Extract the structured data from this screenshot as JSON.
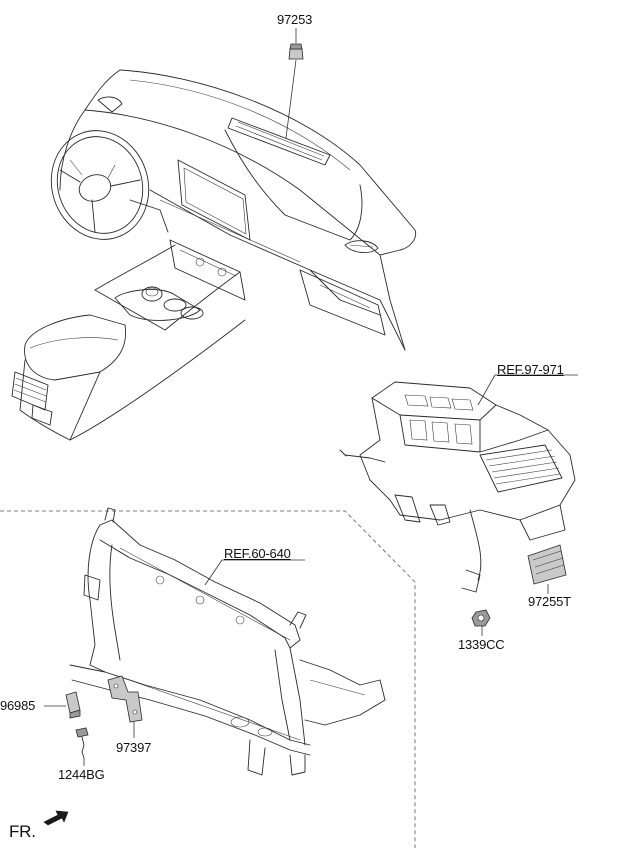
{
  "callouts": {
    "sensor_top": "97253",
    "ref_hvac": "REF.97-971",
    "sensor_side": "97255T",
    "nut": "1339CC",
    "ref_carrier": "REF.60-640",
    "clip": "96985",
    "bracket": "97397",
    "bolt": "1244BG"
  },
  "direction": {
    "label": "FR."
  }
}
